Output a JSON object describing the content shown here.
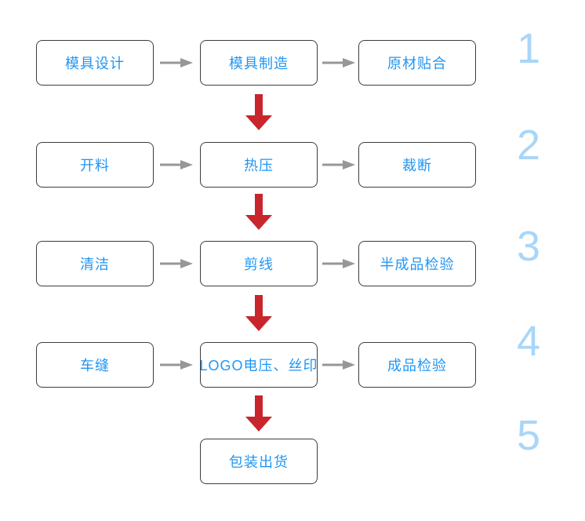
{
  "colors": {
    "box_text": "#2196f3",
    "box_border": "#3c3c3c",
    "flow_arrow": "#979797",
    "step_arrow": "#c9252d",
    "step_number": "#a9d6f8",
    "page_bg": "#ffffff"
  },
  "flow": {
    "rows": [
      {
        "number": "1",
        "steps": [
          "模具设计",
          "模具制造",
          "原材贴合"
        ]
      },
      {
        "number": "2",
        "steps": [
          "开料",
          "热压",
          "裁断"
        ]
      },
      {
        "number": "3",
        "steps": [
          "清洁",
          "剪线",
          "半成品检验"
        ]
      },
      {
        "number": "4",
        "steps": [
          "车缝",
          "LOGO电压、丝印",
          "成品检验"
        ]
      },
      {
        "number": "5",
        "steps": [
          null,
          "包装出货",
          null
        ]
      }
    ]
  }
}
